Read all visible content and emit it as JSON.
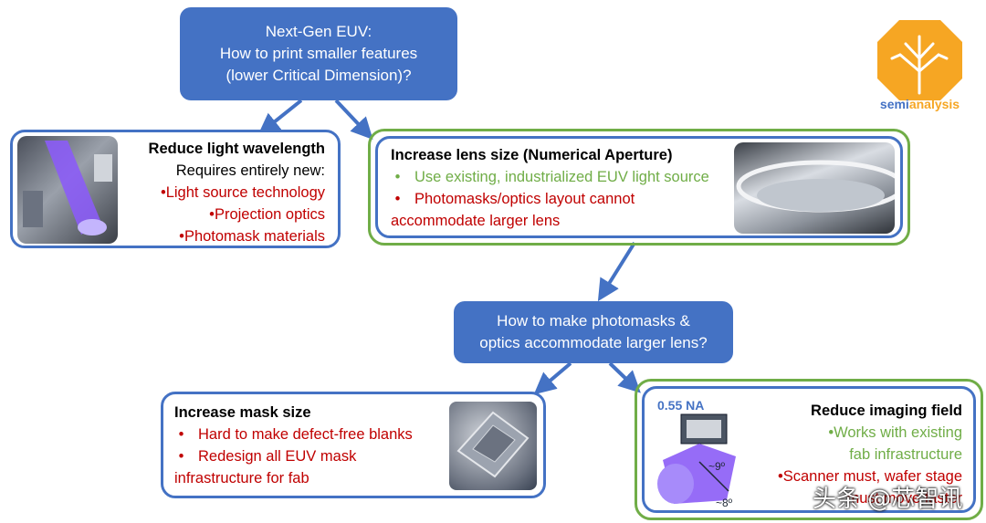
{
  "top_question": [
    "Next-Gen EUV:",
    "How to print smaller features",
    "(lower Critical Dimension)?"
  ],
  "mid_question": [
    "How to make photomasks &",
    "optics accommodate larger lens?"
  ],
  "wavelength": {
    "title": "Reduce light wavelength",
    "subtitle": "Requires entirely new:",
    "bullets": [
      "Light source technology",
      "Projection optics",
      "Photomask materials"
    ]
  },
  "lens": {
    "title": "Increase lens size (Numerical Aperture)",
    "bullet_green": "Use existing, industrialized EUV light source",
    "bullet_red_line1": "Photomasks/optics layout cannot",
    "bullet_red_line2": "accommodate larger lens"
  },
  "mask": {
    "title": "Increase mask size",
    "bullet1": "Hard to make defect-free blanks",
    "bullet2_line1": "Redesign all EUV mask",
    "bullet2_line2": "infrastructure for fab"
  },
  "field": {
    "title": "Reduce imaging field",
    "green_line1": "Works with existing",
    "green_line2": "fab infrastructure",
    "red_line1": "Scanner must, wafer stage",
    "red_line2": "must move faster",
    "na_label": "0.55 NA",
    "angle1": "~9º",
    "angle2": "~8º"
  },
  "logo": {
    "text_semi": "semi",
    "text_analysis": "analysis"
  },
  "watermark": "头条 @芯智讯",
  "colors": {
    "blue": "#4472c4",
    "green": "#70ad47",
    "red": "#c00000",
    "purple": "#8b5cf6"
  }
}
